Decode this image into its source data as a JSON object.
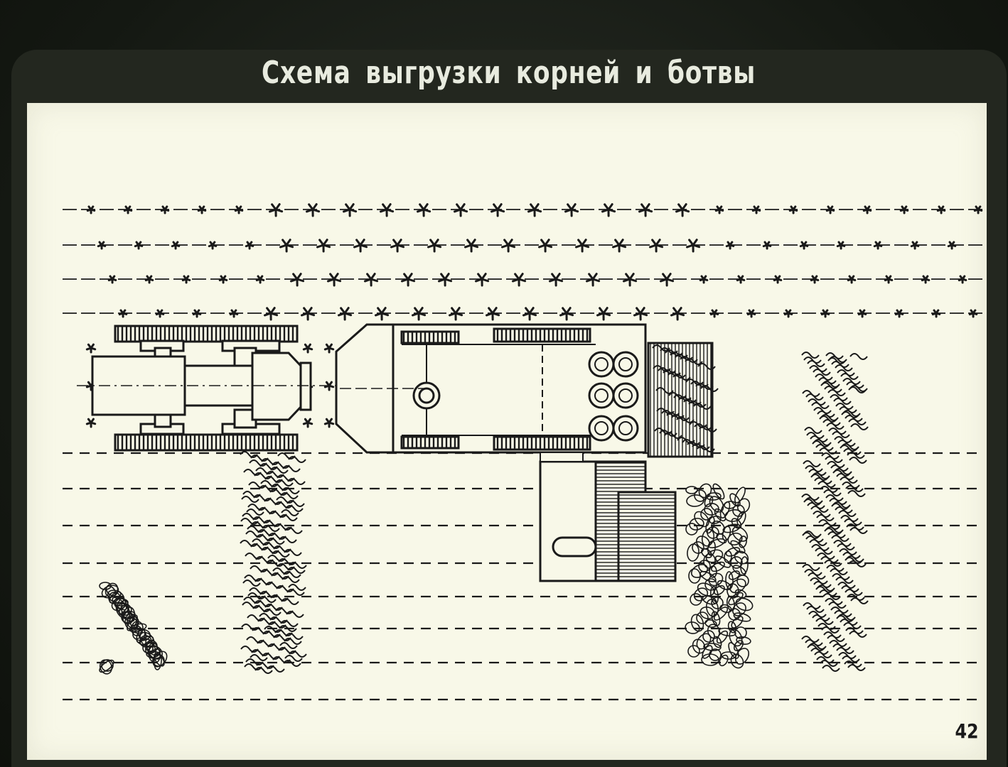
{
  "slide": {
    "title": "Схема выгрузки корней и ботвы",
    "page_number": "42"
  },
  "colors": {
    "background": "#161a14",
    "paper": "#f8f8e8",
    "ink": "#1a1a1a",
    "title_text": "#e8ebdf"
  },
  "diagram": {
    "components": [
      "tractor-icon",
      "harvester-icon",
      "plant-rows",
      "dashed-furrows",
      "root-pile",
      "tops-swath"
    ]
  }
}
